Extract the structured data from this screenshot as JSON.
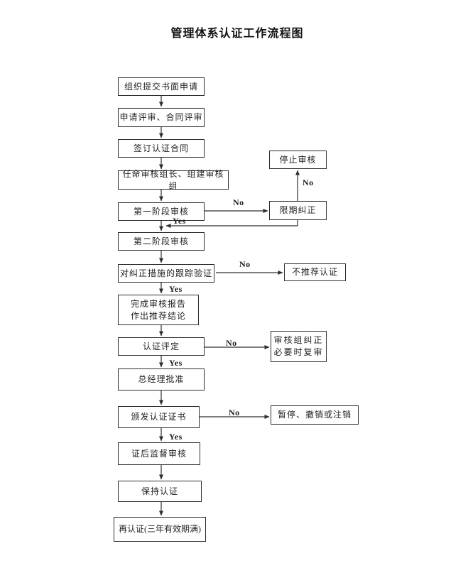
{
  "title": "管理体系认证工作流程图",
  "labels": {
    "yes": "Yes",
    "no": "No"
  },
  "nodes": {
    "main": [
      {
        "id": "submit-application",
        "label": "组织提交书面申请"
      },
      {
        "id": "application-review",
        "label": "申请评审、合同评审"
      },
      {
        "id": "sign-contract",
        "label": "签订认证合同"
      },
      {
        "id": "appoint-team",
        "label": "任命审核组长、组建审核组"
      },
      {
        "id": "stage1-audit",
        "label": "第一阶段审核"
      },
      {
        "id": "stage2-audit",
        "label": "第二阶段审核"
      },
      {
        "id": "corrective-tracking",
        "label": "对纠正措施的跟踪验证"
      },
      {
        "id": "audit-report",
        "label": "完成审核报告\n作出推荐结论"
      },
      {
        "id": "cert-evaluation",
        "label": "认证评定"
      },
      {
        "id": "gm-approval",
        "label": "总经理批准"
      },
      {
        "id": "issue-certificate",
        "label": "颁发认证证书"
      },
      {
        "id": "post-surveillance",
        "label": "证后监督审核"
      },
      {
        "id": "maintain-cert",
        "label": "保持认证"
      },
      {
        "id": "recertification",
        "label": "再认证(三年有效期满)"
      }
    ],
    "side": [
      {
        "id": "stop-audit",
        "label": "停止审核"
      },
      {
        "id": "deadline-correct",
        "label": "限期纠正"
      },
      {
        "id": "not-recommend",
        "label": "不推荐认证"
      },
      {
        "id": "team-correct",
        "label": "审核组纠正\n必要时复审"
      },
      {
        "id": "suspend-revoke",
        "label": "暂停、撤销或注销"
      }
    ]
  }
}
